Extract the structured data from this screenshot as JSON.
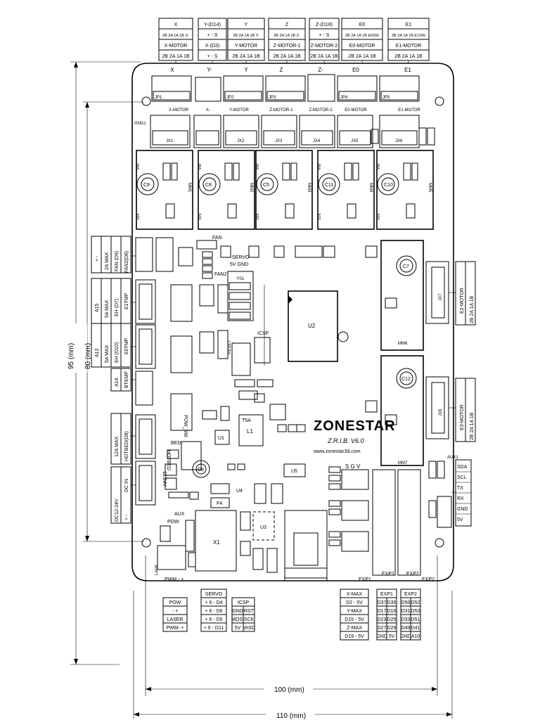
{
  "board": {
    "brand": "ZONESTAR",
    "model": "Z.R.I.B. V6.0",
    "website": "www.zonestar3d.com"
  },
  "dimensions": {
    "width_inner": "100 (mm)",
    "width_outer": "110 (mm)",
    "height_outer": "95 (mm)",
    "height_inner": "80 (mm)"
  },
  "top_tables": [
    {
      "head": "X",
      "row1": "2B 2A 1A 1B X-",
      "row2": "X-MOTOR",
      "row3": "2B 2A 1A 1B"
    },
    {
      "head": "Y-(D14)",
      "row1": "+  -  S",
      "row2": "X-(D3)",
      "row3": "+  -  S"
    },
    {
      "head": "Y",
      "row1": "2B 2A 1A 1B Y-",
      "row2": "Y-MOTOR",
      "row3": "2B 2A 1A 1B"
    },
    {
      "head": "Z",
      "row1": "2B 2A 1A 1B Z-",
      "row2": "Z-MOTOR-1",
      "row3": "2B 2A 1A 1B"
    },
    {
      "head": "Z-(D18)",
      "row1": "+  -  S",
      "row2": "Z-MOTOR-2",
      "row3": "2B 2A 1A 1B"
    },
    {
      "head": "E0",
      "row1": "2B 2A 1A 1B E0SW",
      "row2": "E0-MOTOR",
      "row3": "2B 2A 1A 1B"
    },
    {
      "head": "E1",
      "row1": "2B 2A 1A 1B E1SW",
      "row2": "E1-MOTOR",
      "row3": "2B 2A 1A 1B"
    }
  ],
  "top_connector_labels": [
    "X",
    "Y-",
    "Y",
    "Z",
    "Z-",
    "E0",
    "E1"
  ],
  "motor_labels": [
    "X-MOTOR",
    "X-",
    "Y-MOTOR",
    "Z-MOTOR-1",
    "Z-MOTOR-2",
    "E0-MOTOR",
    "E1-MOTOR"
  ],
  "jp_labels": [
    "JP1",
    "JP2",
    "JP3",
    "JP4",
    "JP5"
  ],
  "jx_labels": [
    "JX1",
    "JX2",
    "JX3",
    "JX4",
    "JX5",
    "JX6"
  ],
  "driver_labels": [
    "MM1",
    "MM2",
    "MM3",
    "MM4",
    "MM5"
  ],
  "cap_labels": [
    "C9",
    "C8",
    "C5",
    "C11",
    "C10"
  ],
  "left_tables": {
    "fan": {
      "col1": "FAN2(D6)",
      "col2": "FAN (D9)",
      "row": "2A MAX",
      "pm": "+  -"
    },
    "heat": {
      "col1": "EH (D7)",
      "col2": "EH (D10)",
      "row": "5A MAX",
      "sub1": "E1TMP",
      "sub2": "E0TMP",
      "a1": "A15",
      "a2": "A13"
    },
    "bed": {
      "col1": "HOTBED(D8)",
      "row": "12A MAX",
      "sub": "BTEMP",
      "a": "A14"
    },
    "dc": {
      "col1": "DC IN",
      "row": "DC12-24V",
      "pm": "+  -"
    }
  },
  "right_tables": {
    "e2": {
      "title": "E2-MOTOR",
      "pins": "2B 2A 1A 1B"
    },
    "e3": {
      "title": "E3-MOTOR",
      "pins": "2B 2A 1A 1B"
    },
    "aux": {
      "title": "AUX1",
      "pins": [
        "SDA",
        "SCL",
        "TX",
        "RX",
        "GND",
        "5V"
      ]
    }
  },
  "bottom_tables": {
    "pow": {
      "title": "POW",
      "row": "-  +",
      "laser": "LASER",
      "pwm": "PWM-  +"
    },
    "servo": {
      "title": "SERVO",
      "rows": [
        "+ 6 -  D4",
        "+ 6 -  D6",
        "+ 6 -  D5",
        "+ 6 -  D11"
      ]
    },
    "icsp": {
      "title": "ICSP",
      "rows": [
        [
          "GND",
          "RST"
        ],
        [
          "MOSI",
          "SCK"
        ],
        [
          "5V",
          "MISO"
        ]
      ]
    },
    "xmax": {
      "rows": [
        "X-MAX",
        "D2  -  5V",
        "Y-MAX",
        "D15  -  5V",
        "Z-MAX",
        "D19  -  5V"
      ]
    },
    "exp1": {
      "title": "EXP1",
      "rows": [
        [
          "D37",
          "D35"
        ],
        [
          "D17",
          "D16"
        ],
        [
          "D23",
          "D25"
        ],
        [
          "D27",
          "D29"
        ],
        [
          "GND",
          "5V"
        ]
      ]
    },
    "exp2": {
      "title": "EXP2",
      "rows": [
        [
          "D50",
          "D52"
        ],
        [
          "D31",
          "D53"
        ],
        [
          "D33",
          "D51"
        ],
        [
          "D49",
          "D41"
        ],
        [
          "GND",
          "A10"
        ]
      ]
    }
  },
  "board_labels": {
    "servo": "SERVO",
    "servo_sub": "5V GND",
    "icsp": "ICSP",
    "reset": "RESET",
    "u2": "U2",
    "u3": "U3",
    "u5": "U5",
    "x1": "X1",
    "l1": "L1",
    "bed": "BED",
    "laser": "Laser",
    "pwm": "PWM - +",
    "exp1": "EXP1",
    "exp2": "EXP2",
    "aux1": "AUX1",
    "fan2": "FAN2",
    "fan": "FAN",
    "pow_sw": "POW_SW",
    "v12_24": "12/24V",
    "pow": "POW",
    "aux": "AUX",
    "mm6": "MM6",
    "mm7": "MM7",
    "c7": "C7",
    "c12": "C12",
    "c6": "C6",
    "u1": "U1",
    "u4": "U4",
    "jx7": "JX7",
    "jx8": "JX8",
    "gnd1": "GND1",
    "ys1": "YS1",
    "t5a": "T5A",
    "f4": "F4",
    "hot_bed": "HOTBED"
  }
}
